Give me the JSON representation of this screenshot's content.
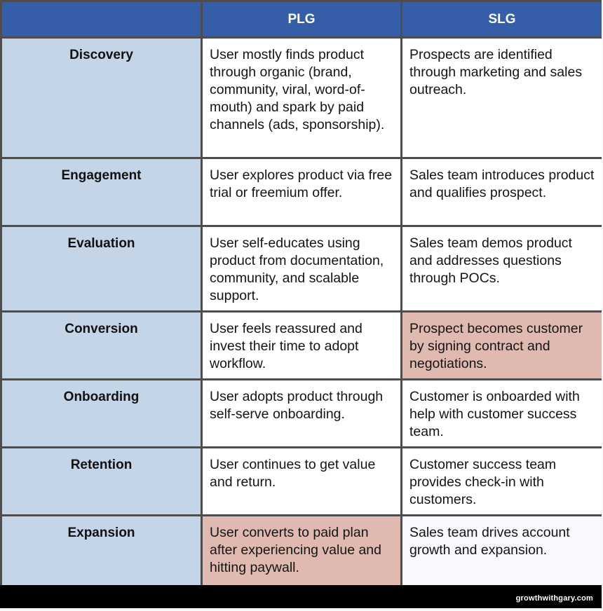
{
  "table": {
    "headers": [
      "",
      "PLG",
      "SLG"
    ],
    "rows": [
      {
        "stage": "Discovery",
        "plg": "User mostly finds product through organic (brand, community, viral, word-of-mouth) and spark by paid channels (ads, sponsorship).",
        "slg": "Prospects are identified through marketing and sales outreach."
      },
      {
        "stage": "Engagement",
        "plg": "User explores product via free trial or freemium offer.",
        "slg": "Sales team introduces product and qualifies prospect."
      },
      {
        "stage": "Evaluation",
        "plg": "User self-educates using product from documentation, community, and scalable support.",
        "slg": "Sales team demos product and addresses questions through POCs."
      },
      {
        "stage": "Conversion",
        "plg": "User feels reassured and invest their time to adopt workflow.",
        "slg": "Prospect becomes customer by signing contract and negotiations."
      },
      {
        "stage": "Onboarding",
        "plg": "User adopts product through self-serve onboarding.",
        "slg": "Customer is onboarded with help with customer success team."
      },
      {
        "stage": "Retention",
        "plg": "User continues to get value and return.",
        "slg": "Customer success team provides check-in with customers."
      },
      {
        "stage": "Expansion",
        "plg": "User converts to paid plan after experiencing value and hitting paywall.",
        "slg": "Sales team drives account growth and expansion."
      }
    ]
  },
  "colors": {
    "header_bg": "#365ea8",
    "stage_bg": "#c5d5e8",
    "highlight_bg": "#e0bab0",
    "border": "#4d4d4f"
  },
  "footer": {
    "credit": "growthwithgary.com"
  }
}
